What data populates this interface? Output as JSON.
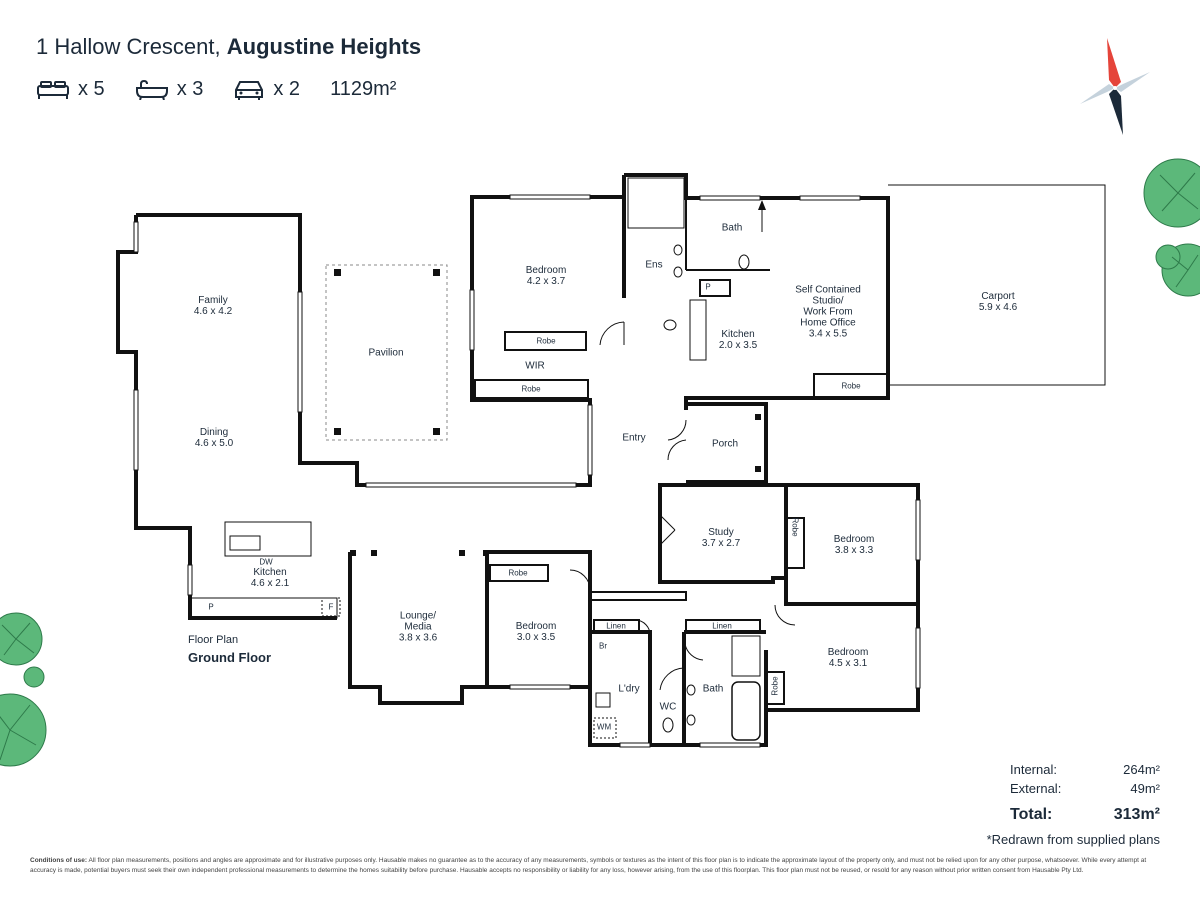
{
  "header": {
    "address_street": "1 Hallow Crescent,",
    "address_suburb": "Augustine Heights"
  },
  "stats": {
    "bedrooms": "x 5",
    "bathrooms": "x 3",
    "cars": "x 2",
    "land_area": "1129m²"
  },
  "rooms": {
    "family": [
      "Family",
      "4.6 x 4.2"
    ],
    "dining": [
      "Dining",
      "4.6 x 5.0"
    ],
    "kitchen_main": [
      "Kitchen",
      "4.6 x 2.1"
    ],
    "pavilion": "Pavilion",
    "bedroom_master": [
      "Bedroom",
      "4.2 x 3.7"
    ],
    "robe": "Robe",
    "wir": "WIR",
    "ens": "Ens",
    "bath_top": "Bath",
    "kitchen_studio": [
      "Kitchen",
      "2.0 x 3.5"
    ],
    "studio": [
      "Self Contained",
      "Studio/",
      "Work From",
      "Home Office",
      "3.4 x 5.5"
    ],
    "carport": [
      "Carport",
      "5.9 x 4.6"
    ],
    "entry": "Entry",
    "porch": "Porch",
    "study": [
      "Study",
      "3.7 x 2.7"
    ],
    "bedroom_right1": [
      "Bedroom",
      "3.8 x 3.3"
    ],
    "bedroom_right2": [
      "Bedroom",
      "4.5 x 3.1"
    ],
    "lounge": [
      "Lounge/",
      "Media",
      "3.8 x 3.6"
    ],
    "bedroom_mid": [
      "Bedroom",
      "3.0 x 3.5"
    ],
    "linen": "Linen",
    "laundry": "L'dry",
    "wc": "WC",
    "bath_bottom": "Bath",
    "p": "P",
    "f": "F",
    "dw": "DW",
    "br": "Br",
    "wm": "WM"
  },
  "floor_plan": {
    "label": "Floor Plan",
    "floor": "Ground Floor"
  },
  "areas": {
    "internal_label": "Internal:",
    "internal_value": "264m²",
    "external_label": "External:",
    "external_value": "49m²",
    "total_label": "Total:",
    "total_value": "313m²"
  },
  "note": "*Redrawn from supplied plans",
  "conditions_title": "Conditions of use:",
  "conditions": "All floor plan measurements, positions and angles are approximate and for illustrative purposes only. Hausable makes no guarantee as to the accuracy of any measurements, symbols or textures as the intent of this floor plan is to indicate the approximate layout of the property only, and must not be relied upon for any other purpose, whatsoever. While every attempt at accuracy is made, potential buyers must seek their own independent professional measurements to determine the homes suitability before purchase. Hausable accepts no responsibility or liability for any loss, however arising, from the use of this floorplan. This floor plan must not be reused, or resold for any reason without prior written consent from Hausable Pty Ltd.",
  "colors": {
    "text": "#1c2a39",
    "wall": "#111111",
    "tree": "#5cb87a",
    "compass_red": "#e5443a"
  }
}
